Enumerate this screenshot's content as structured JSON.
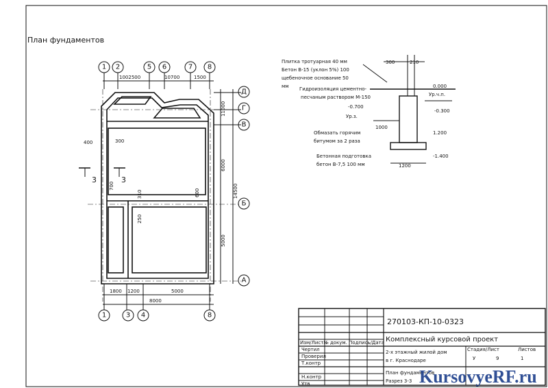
{
  "title": "План фундаментов",
  "axes_top": [
    "1",
    "2",
    "5",
    "6",
    "7",
    "8"
  ],
  "axes_bottom": [
    "1",
    "3",
    "4",
    "8"
  ],
  "axes_right": [
    "Д",
    "Г",
    "В",
    "Б",
    "А"
  ],
  "dims_top": [
    "1002500",
    "10700",
    "1500"
  ],
  "dims_bottom": [
    "1800",
    "1200",
    "5000",
    "8000"
  ],
  "dims_right": [
    "11000",
    "6000",
    "14500",
    "5000"
  ],
  "dims_inner": [
    "400",
    "300",
    "700",
    "310",
    "600",
    "250"
  ],
  "section_mark": "3",
  "section": {
    "top_dims": [
      "300",
      "210"
    ],
    "layers": [
      "Плитка тротуарная 40 мм",
      "Бетон В-15 (уклон 5%) 100",
      "щебеночное основание 50",
      "мм"
    ],
    "waterproofing": [
      "Гидроизоляция цементно-",
      "песчаным раствором М-150"
    ],
    "coating": [
      "Обмазать горячим",
      "битумом за 2 раза"
    ],
    "prep": [
      "Бетонная подготовка",
      "бетон В-7,5 100 мм"
    ],
    "levels": [
      "0.000",
      "Ур.ч.п.",
      "-0.300",
      "-0.700",
      "Ур.з.",
      "1.200",
      "-1.400"
    ],
    "width_1000": "1000",
    "width_1200": "1200"
  },
  "stamp": {
    "code": "270103-КП-10-0323",
    "project": "Комплексный курсовой проект",
    "building_1": "2-х этажный жилой дом",
    "building_2": "в г. Краснодаре",
    "sheet_1": "План фундаментов",
    "sheet_2": "Разрез 3-3",
    "header_left": "Изм/Лист№ докум.  Подпись/Дата",
    "roles": [
      "Чертил",
      "Проверил",
      "Т.контр",
      "Н.контр",
      "Утв"
    ],
    "stage_hdr": "Стадия/Лист",
    "sheets_hdr": "Листов",
    "stage": "У",
    "sheet_no": "9",
    "sheets": "1"
  },
  "watermark": "KursovyeRF.ru"
}
